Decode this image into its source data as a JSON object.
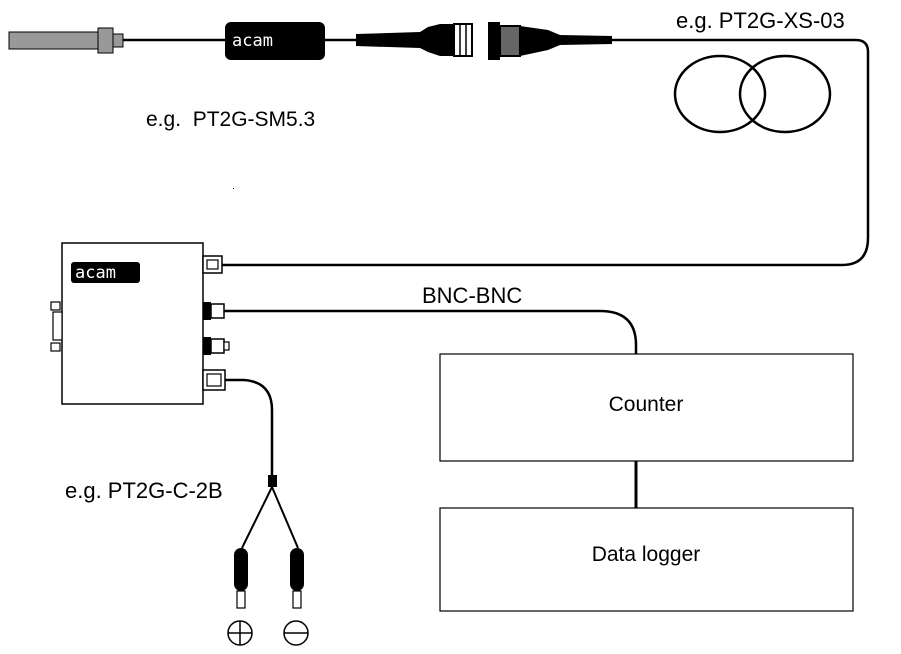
{
  "labels": {
    "sensor_label": "e.g.  PT2G-SM5.3",
    "extension_label": "e.g. PT2G-XS-03",
    "bnc_label": "BNC-BNC",
    "power_label": "e.g. PT2G-C-2B",
    "counter_label": "Counter",
    "logger_label": "Data logger"
  },
  "logos": {
    "sensor_logo": "acam",
    "unit_logo": "acam"
  },
  "symbols": {
    "plus": "+",
    "minus": "−"
  },
  "colors": {
    "line": "#000000",
    "probe": "#999999",
    "background": "#ffffff"
  }
}
